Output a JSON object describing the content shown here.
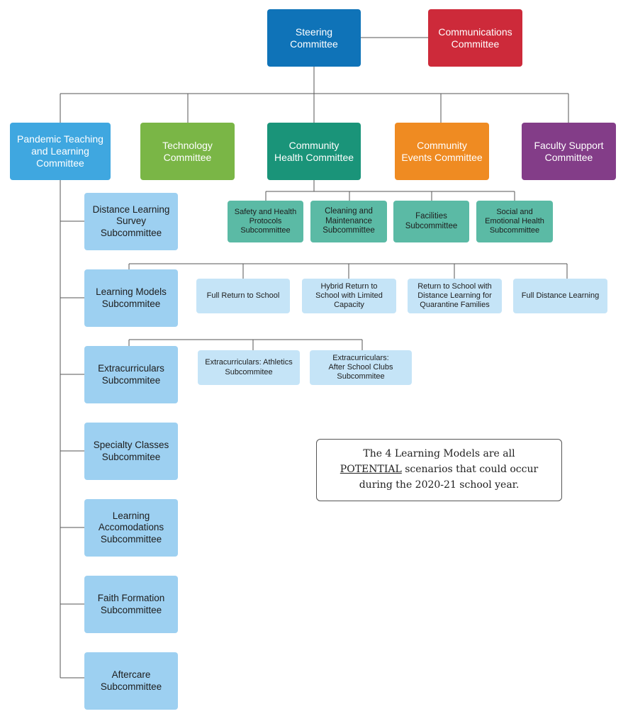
{
  "top": {
    "steering": "Steering\nCommittee",
    "communications": "Communications\nCommittee"
  },
  "committees": {
    "pandemic": "Pandemic Teaching\nand Learning\nCommittee",
    "technology": "Technology\nCommittee",
    "health": "Community\nHealth Committee",
    "events": "Community\nEvents Committee",
    "faculty": "Faculty Support\nCommittee"
  },
  "health_subs": [
    "Safety and Health\nProtocols\nSubcommittee",
    "Cleaning and\nMaintenance\nSubcommittee",
    "Facilities\nSubcommittee",
    "Social and\nEmotional Health\nSubcommittee"
  ],
  "pandemic_subs": [
    "Distance Learning\nSurvey\nSubcommittee",
    "Learning Models\nSubcommitee",
    "Extracurriculars\nSubcommitee",
    "Specialty Classes\nSubcommitee",
    "Learning\nAccomodations\nSubcommittee",
    "Faith Formation\nSubcommittee",
    "Aftercare\nSubcommittee"
  ],
  "learning_models": [
    "Full Return to School",
    "Hybrid Return to\nSchool with Limited\nCapacity",
    "Return to School with\nDistance Learning for\nQuarantine Families",
    "Full Distance Learning"
  ],
  "extracurricular_subs": [
    "Extracurriculars: Athletics\nSubcommitee",
    "Extracurriculars:\nAfter School Clubs\nSubcommitee"
  ],
  "note": {
    "before": "The 4 Learning Models are all ",
    "emphasis": "POTENTIAL",
    "after": " scenarios that could occur during the 2020-21 school year."
  },
  "colors": {
    "steering": "#0f73b8",
    "communications": "#cd2a3a",
    "pandemic": "#3fa7e0",
    "technology": "#7ab646",
    "health": "#1a9479",
    "events": "#ef8b22",
    "faculty": "#833d88",
    "health_sub": "#5bbaa5",
    "pandemic_sub": "#9dd0f1",
    "model": "#c5e4f7",
    "line": "#555555"
  }
}
